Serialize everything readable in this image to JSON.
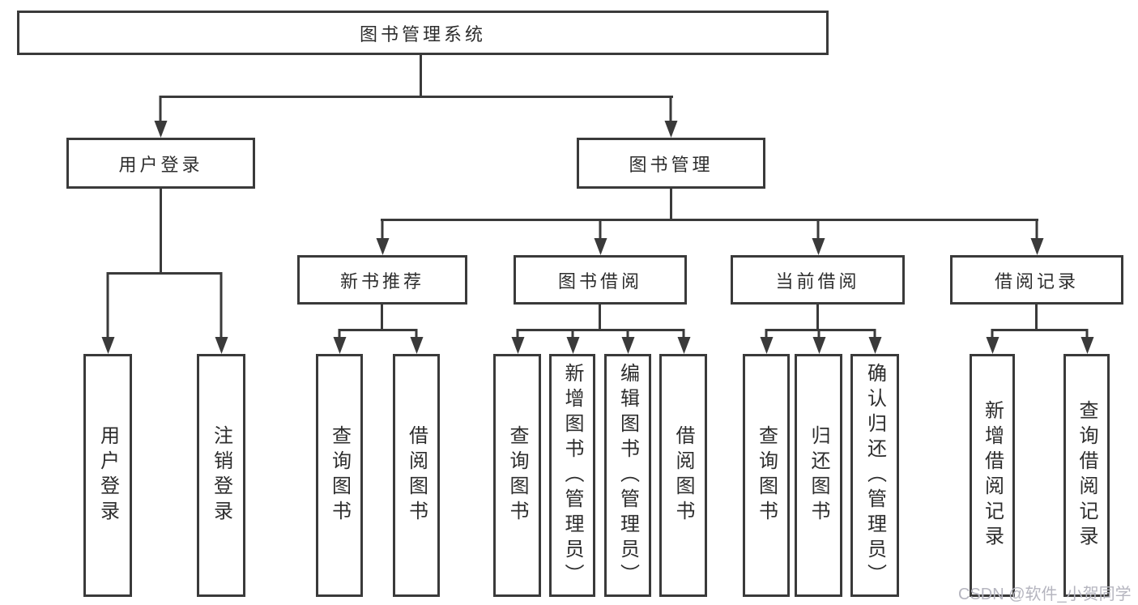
{
  "diagram": {
    "root": {
      "label": "图书管理系统"
    },
    "branches": [
      {
        "label": "用户登录",
        "children": [
          {
            "label": "用户登录"
          },
          {
            "label": "注销登录"
          }
        ]
      },
      {
        "label": "图书管理",
        "children": [
          {
            "label": "新书推荐",
            "children": [
              {
                "label": "查询图书"
              },
              {
                "label": "借阅图书"
              }
            ]
          },
          {
            "label": "图书借阅",
            "children": [
              {
                "label": "查询图书"
              },
              {
                "label": "新增图书（管理员）"
              },
              {
                "label": "编辑图书（管理员）"
              },
              {
                "label": "借阅图书"
              }
            ]
          },
          {
            "label": "当前借阅",
            "children": [
              {
                "label": "查询图书"
              },
              {
                "label": "归还图书"
              },
              {
                "label": "确认归还（管理员）"
              }
            ]
          },
          {
            "label": "借阅记录",
            "children": [
              {
                "label": "新增借阅记录"
              },
              {
                "label": "查询借阅记录"
              }
            ]
          }
        ]
      }
    ],
    "watermark": "CSDN @软件_小贺同学",
    "colors": {
      "line": "#3a3a3a",
      "text": "#2d2d2d",
      "watermark": "#b5b5bf",
      "background": "#ffffff"
    }
  }
}
